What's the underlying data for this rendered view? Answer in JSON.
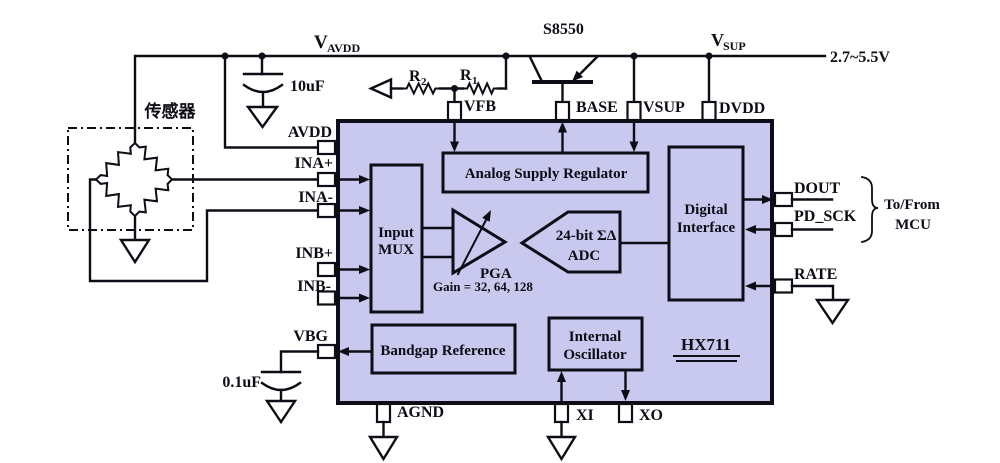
{
  "supply": {
    "v_avdd": {
      "prefix": "V",
      "sub": "AVDD"
    },
    "v_sup": {
      "prefix": "V",
      "sub": "SUP"
    },
    "voltage_range": "2.7~5.5V",
    "transistor": "S8550"
  },
  "components": {
    "cap_avdd": "10uF",
    "cap_vbg": "0.1uF",
    "r1": {
      "prefix": "R",
      "sub": "1"
    },
    "r2": {
      "prefix": "R",
      "sub": "2"
    },
    "sensor_label": "传感器"
  },
  "chip": {
    "part_number": "HX711",
    "blocks": {
      "input_mux": {
        "line1": "Input",
        "line2": "MUX"
      },
      "regulator": "Analog Supply Regulator",
      "pga": {
        "label": "PGA",
        "gain": "Gain = 32, 64, 128"
      },
      "adc": {
        "line1": "24-bit ΣΔ",
        "line2": "ADC"
      },
      "digital_interface": {
        "line1": "Digital",
        "line2": "Interface"
      },
      "bandgap": "Bandgap Reference",
      "oscillator": {
        "line1": "Internal",
        "line2": "Oscillator"
      }
    },
    "pins": {
      "avdd": "AVDD",
      "ina_plus": "INA+",
      "ina_minus": "INA-",
      "inb_plus": "INB+",
      "inb_minus": "INB-",
      "vbg": "VBG",
      "vfb": "VFB",
      "base": "BASE",
      "vsup": "VSUP",
      "dvdd": "DVDD",
      "dout": "DOUT",
      "pd_sck": "PD_SCK",
      "rate": "RATE",
      "agnd": "AGND",
      "xi": "XI",
      "xo": "XO"
    }
  },
  "annotations": {
    "mcu": {
      "line1": "To/From",
      "line2": "MCU"
    }
  },
  "colors": {
    "chip_fill": "#c9c8ef",
    "line": "#0d0d15",
    "background": "#ffffff"
  }
}
